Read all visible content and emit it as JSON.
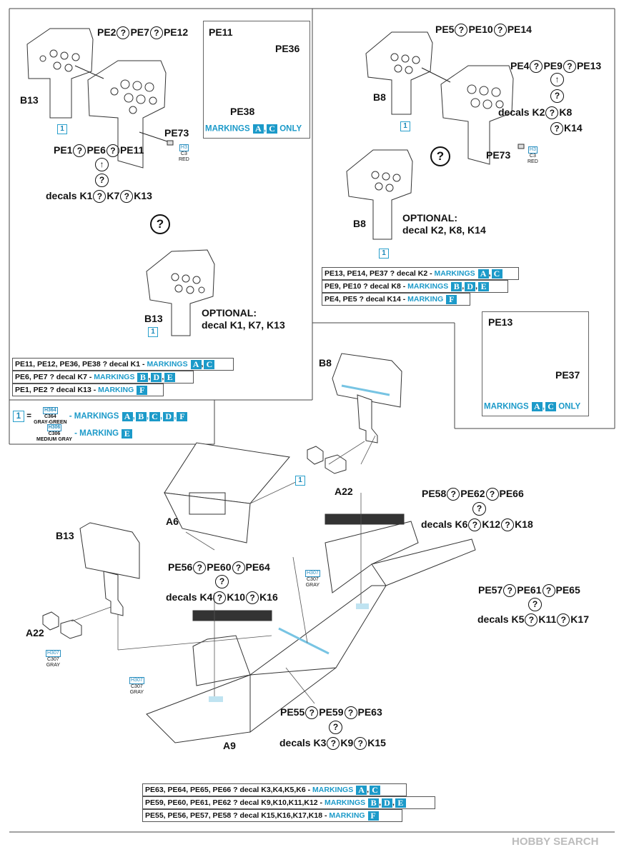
{
  "labels": {
    "b13_top": "B13",
    "b13_mid": "B13",
    "b13_bot": "B13",
    "b8_top": "B8",
    "b8_mid": "B8",
    "b8_bot": "B8",
    "a22_right": "A22",
    "a22_left": "A22",
    "a6": "A6",
    "a9": "A9",
    "pe73_left": "PE73",
    "pe73_right": "PE73",
    "pe11": "PE11",
    "pe36": "PE36",
    "pe38": "PE38",
    "pe13": "PE13",
    "pe37": "PE37"
  },
  "callouts": {
    "top_left_pe": [
      "PE2",
      "PE7",
      "PE12"
    ],
    "left_pe": [
      "PE1",
      "PE6",
      "PE11"
    ],
    "left_decals": [
      "decals K1",
      "K7",
      "K13"
    ],
    "top_right_pe": [
      "PE5",
      "PE10",
      "PE14"
    ],
    "right_pe": [
      "PE4",
      "PE9",
      "PE13"
    ],
    "right_decals_1": [
      "decals K2",
      "K8"
    ],
    "right_decals_2": [
      "K14"
    ],
    "console_1_pe": [
      "PE58",
      "PE62",
      "PE66"
    ],
    "console_1_decals": [
      "decals K6",
      "K12",
      "K18"
    ],
    "console_2_pe": [
      "PE56",
      "PE60",
      "PE64"
    ],
    "console_2_decals": [
      "decals K4",
      "K10",
      "K16"
    ],
    "console_3_pe": [
      "PE57",
      "PE61",
      "PE65"
    ],
    "console_3_decals": [
      "decals K5",
      "K11",
      "K17"
    ],
    "console_4_pe": [
      "PE55",
      "PE59",
      "PE63"
    ],
    "console_4_decals": [
      "decals K3",
      "K9",
      "K15"
    ],
    "q": "?"
  },
  "optional": {
    "left_line1": "OPTIONAL:",
    "left_line2": "decal K1, K7, K13",
    "right_line1": "OPTIONAL:",
    "right_line2": "decal K2, K8, K14"
  },
  "tags": {
    "one": "1"
  },
  "colors": {
    "red": {
      "h": "H3",
      "c": "C3",
      "name": "RED"
    },
    "gray_green": {
      "h": "H364",
      "c": "C364",
      "name": "GRAY-GREEN"
    },
    "medium_gray": {
      "h": "H306",
      "c": "C306",
      "name": "MEDIUM GRAY"
    },
    "gray": {
      "h": "H307",
      "c": "C307",
      "name": "GRAY"
    },
    "accent": "#1c9ac9"
  },
  "markings": {
    "inset_label": "MARKINGS",
    "inset_only": "ONLY",
    "inset_letters": [
      "A",
      "C"
    ],
    "word_markings": "MARKINGS",
    "word_marking": "MARKING",
    "left_rows": [
      {
        "text": "PE11, PE12, PE36, PE38 ? decal K1 - ",
        "word": "MARKINGS",
        "letters": [
          "A",
          "C"
        ]
      },
      {
        "text": "PE6, PE7 ? decal K7 - ",
        "word": "MARKINGS",
        "letters": [
          "B",
          "D",
          "E"
        ]
      },
      {
        "text": "PE1, PE2 ? decal K13 - ",
        "word": "MARKING",
        "letters": [
          "F"
        ]
      }
    ],
    "right_rows": [
      {
        "text": "PE13, PE14, PE37 ? decal K2 - ",
        "word": "MARKINGS",
        "letters": [
          "A",
          "C"
        ]
      },
      {
        "text": "PE9, PE10  ? decal K8 - ",
        "word": "MARKINGS",
        "letters": [
          "B",
          "D",
          "E"
        ]
      },
      {
        "text": "PE4, PE5 ? decal K14 - ",
        "word": "MARKING",
        "letters": [
          "F"
        ]
      }
    ],
    "bottom_rows": [
      {
        "text": "PE63, PE64, PE65, PE66 ? decal K3,K4,K5,K6 - ",
        "word": "MARKINGS",
        "letters": [
          "A",
          "C"
        ]
      },
      {
        "text": "PE59, PE60, PE61, PE62 ? decal K9,K10,K11,K12 - ",
        "word": "MARKINGS",
        "letters": [
          "B",
          "D",
          "E"
        ]
      },
      {
        "text": "PE55, PE56, PE57, PE58 ? decal K15,K16,K17,K18 - ",
        "word": "MARKING",
        "letters": [
          "F"
        ]
      }
    ],
    "paint_rows": [
      {
        "eq": "=",
        "word": "MARKINGS",
        "letters": [
          "A",
          "B",
          "C",
          "D",
          "F"
        ]
      },
      {
        "eq": "",
        "word": "MARKING",
        "letters": [
          "E"
        ]
      }
    ]
  },
  "watermark": "HOBBY SEARCH"
}
